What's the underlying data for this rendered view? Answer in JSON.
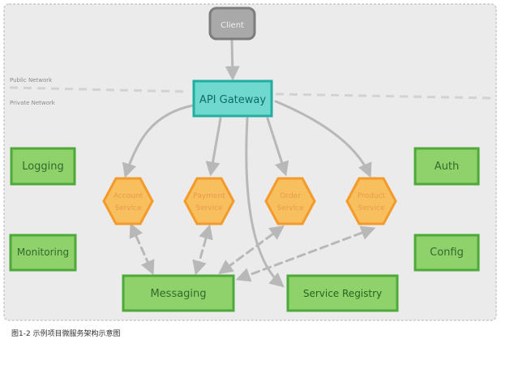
{
  "diagram": {
    "zones": {
      "public_label": "Public Network",
      "private_label": "Private Network"
    },
    "nodes": {
      "client": "Client",
      "api_gateway": "API Gateway",
      "logging": "Logging",
      "monitoring": "Monitoring",
      "auth": "Auth",
      "config": "Config",
      "account_service": {
        "line1": "Account",
        "line2": "Service"
      },
      "payment_service": {
        "line1": "Payment",
        "line2": "Service"
      },
      "order_service": {
        "line1": "Order",
        "line2": "Service"
      },
      "product_service": {
        "line1": "Product",
        "line2": "Service"
      },
      "messaging": "Messaging",
      "service_registry": "Service Registry"
    },
    "colors": {
      "canvas_bg": "#ebebeb",
      "client_fill": "#a9a9a9",
      "gateway_fill": "#6fd9d0",
      "box_fill": "#8fd16b",
      "service_fill": "#f8bf5f",
      "arrow": "#b8b8b8"
    }
  },
  "caption": "图1-2 示例项目微服务架构示意图"
}
